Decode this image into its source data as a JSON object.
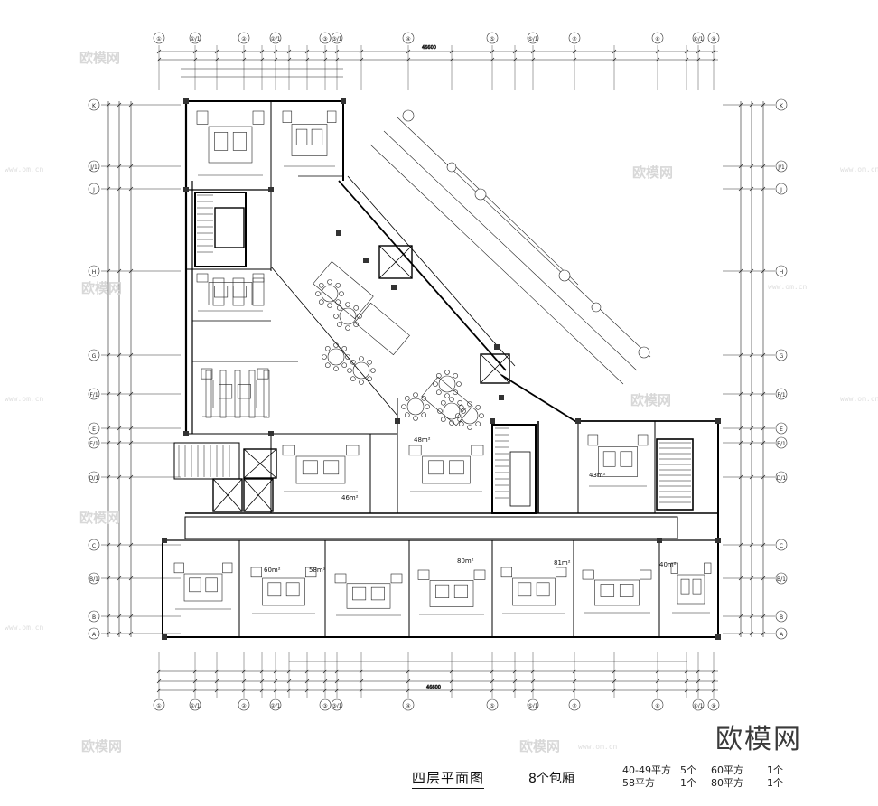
{
  "title": "四层平面图",
  "subtitle": "8个包厢",
  "summary": [
    {
      "a": "40-49平方",
      "b": "5个",
      "c": "60平方",
      "d": "1个"
    },
    {
      "a": "58平方",
      "b": "1个",
      "c": "80平方",
      "d": "1个"
    }
  ],
  "brand": "欧模网",
  "watermark": "欧模网",
  "watermark_url": "www.om.cn",
  "grid_top": [
    "①",
    "①/1",
    "②",
    "②/1",
    "③",
    "③/1",
    "④",
    "⑤",
    "⑤/1",
    "⑦",
    "⑧",
    "⑧/1",
    "⑨"
  ],
  "grid_left": [
    "K",
    "J/1",
    "J",
    "H",
    "G",
    "F/1",
    "E",
    "E/1",
    "D/1",
    "C",
    "B/1",
    "B",
    "A"
  ],
  "overall_top": "46600",
  "overall_bottom": "46600",
  "rooms": [
    {
      "id": "r1",
      "label": "48m²"
    },
    {
      "id": "r2",
      "label": "43m²"
    },
    {
      "id": "r3",
      "label": "46m²"
    },
    {
      "id": "r4",
      "label": "60m²"
    },
    {
      "id": "r5",
      "label": "58m²"
    },
    {
      "id": "r6",
      "label": "80m²"
    },
    {
      "id": "r7",
      "label": "81m²"
    },
    {
      "id": "r8",
      "label": "40m²"
    }
  ],
  "colors": {
    "line": "#111111",
    "wall": "#000000",
    "watermark": "#d8d8d8"
  }
}
